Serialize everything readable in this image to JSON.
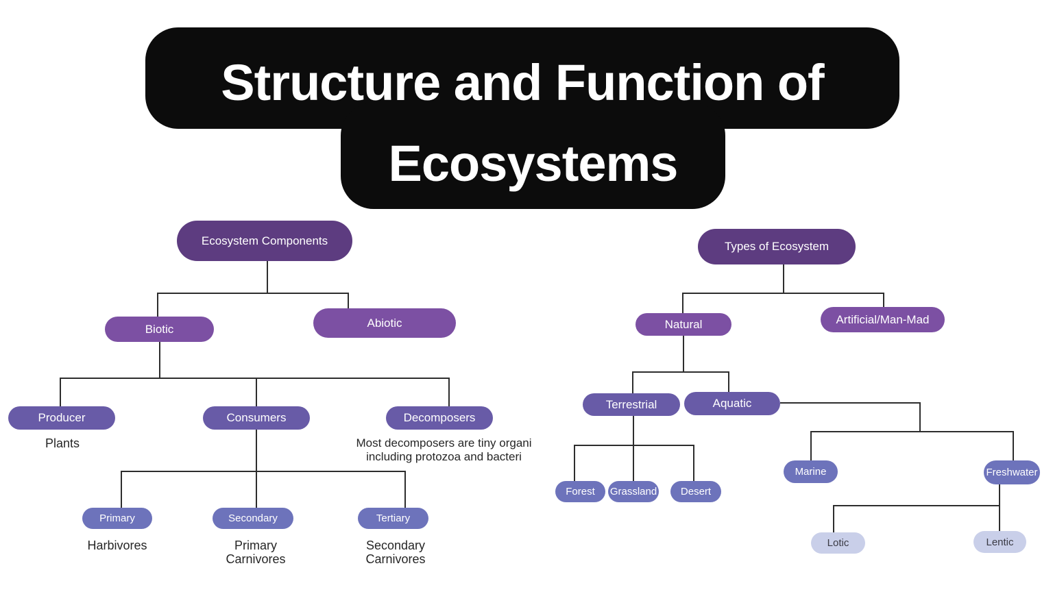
{
  "title": {
    "line1": "Structure and Function of",
    "line2": "Ecosystems"
  },
  "colors": {
    "background": "#ffffff",
    "title_bg": "#0c0c0c",
    "title_text": "#ffffff",
    "level1_root": "#5d3c80",
    "level2": "#7c50a3",
    "level3": "#685ba7",
    "level4": "#6d73bb",
    "level5": "#c9cfe9",
    "connector": "#2d2d2d",
    "annotation_text": "#262626"
  },
  "left_tree": {
    "root": "Ecosystem Components",
    "biotic": "Biotic",
    "abiotic": "Abiotic",
    "producer": "Producer",
    "consumers": "Consumers",
    "decomposers": "Decomposers",
    "producer_note": "Plants",
    "decomposers_note": "Most decomposers are tiny organi\nincluding protozoa and bacteri",
    "primary": "Primary",
    "secondary": "Secondary",
    "tertiary": "Tertiary",
    "primary_note": "Harbivores",
    "secondary_note": "Primary\nCarnivores",
    "tertiary_note": "Secondary\nCarnivores"
  },
  "right_tree": {
    "root": "Types of Ecosystem",
    "natural": "Natural",
    "artificial": "Artificial/Man-Mad",
    "terrestrial": "Terrestrial",
    "aquatic": "Aquatic",
    "forest": "Forest",
    "grassland": "Grassland",
    "desert": "Desert",
    "marine": "Marine",
    "freshwater": "Freshwater",
    "lotic": "Lotic",
    "lentic": "Lentic"
  }
}
